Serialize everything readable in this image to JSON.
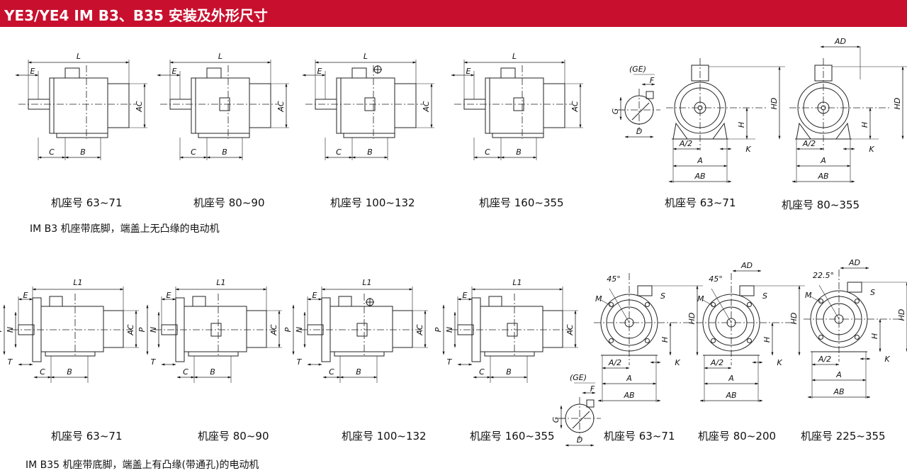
{
  "title": "YE3/YE4  IM B3、B35  安装及外形尺寸",
  "accent_color": "#c8102e",
  "section_b3": {
    "note": "IM B3 机座带底脚，端盖上无凸缘的电动机",
    "captions": [
      "机座号 63~71",
      "机座号 80~90",
      "机座号 100~132",
      "机座号 160~355",
      "机座号 63~71",
      "机座号 80~355"
    ]
  },
  "section_b35": {
    "note": "IM B35 机座带底脚，端盖上有凸缘(带通孔)的电动机",
    "captions": [
      "机座号 63~71",
      "机座号 80~90",
      "机座号 100~132",
      "机座号 160~355",
      "机座号 63~71",
      "机座号 80~200",
      "机座号 225~355"
    ]
  },
  "dims": {
    "L": "L",
    "L1": "L1",
    "E": "E",
    "C": "C",
    "B": "B",
    "AC": "AC",
    "GE": "(GE)",
    "F": "F",
    "G": "G",
    "D": "D",
    "HD": "HD",
    "H": "H",
    "K": "K",
    "A2": "A/2",
    "A": "A",
    "AB": "AB",
    "AD": "AD",
    "P": "P",
    "N": "N",
    "T": "T",
    "M": "M",
    "S": "S",
    "deg45": "45°",
    "deg225": "22.5°"
  }
}
